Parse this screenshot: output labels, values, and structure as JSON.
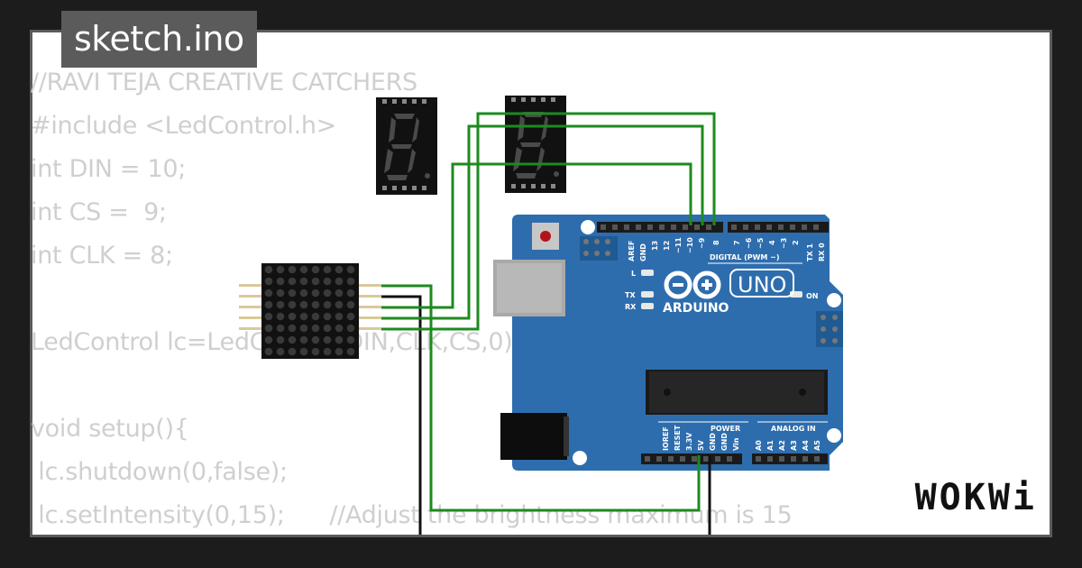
{
  "title": "sketch.ino",
  "brand": "WOKWi",
  "code_lines": [
    "//RAVI TEJA CREATIVE CATCHERS",
    "#include <LedControl.h>",
    "int DIN = 10;",
    "int CS =  9;",
    "int CLK = 8;",
    "",
    "LedControl lc=LedControl(DIN,CLK,CS,0);",
    "",
    "void setup(){",
    " lc.shutdown(0,false);",
    " lc.setIntensity(0,15);      //Adjust the brightness maximum is 15"
  ],
  "board": {
    "name": "UNO",
    "brand": "ARDUINO",
    "digital_label": "DIGITAL (PWM ~)",
    "power_label": "POWER",
    "analog_label": "ANALOG IN",
    "on_label": "ON",
    "led_l": "L",
    "led_tx": "TX",
    "led_rx": "RX",
    "top_pins": [
      "AREF",
      "GND",
      "13",
      "12",
      "~11",
      "~10",
      "~9",
      "8",
      "7",
      "~6",
      "~5",
      "4",
      "~3",
      "2",
      "TX 1",
      "RX 0"
    ],
    "bottom_pins": [
      "IOREF",
      "RESET",
      "3.3V",
      "5V",
      "GND",
      "GND",
      "Vin",
      "A0",
      "A1",
      "A2",
      "A3",
      "A4",
      "A5"
    ]
  },
  "colors": {
    "background": "#1c1c1c",
    "board": "#2e6dad",
    "wire_green": "#1e8a1e",
    "wire_black": "#111111",
    "code_text": "#cfcfcf"
  }
}
